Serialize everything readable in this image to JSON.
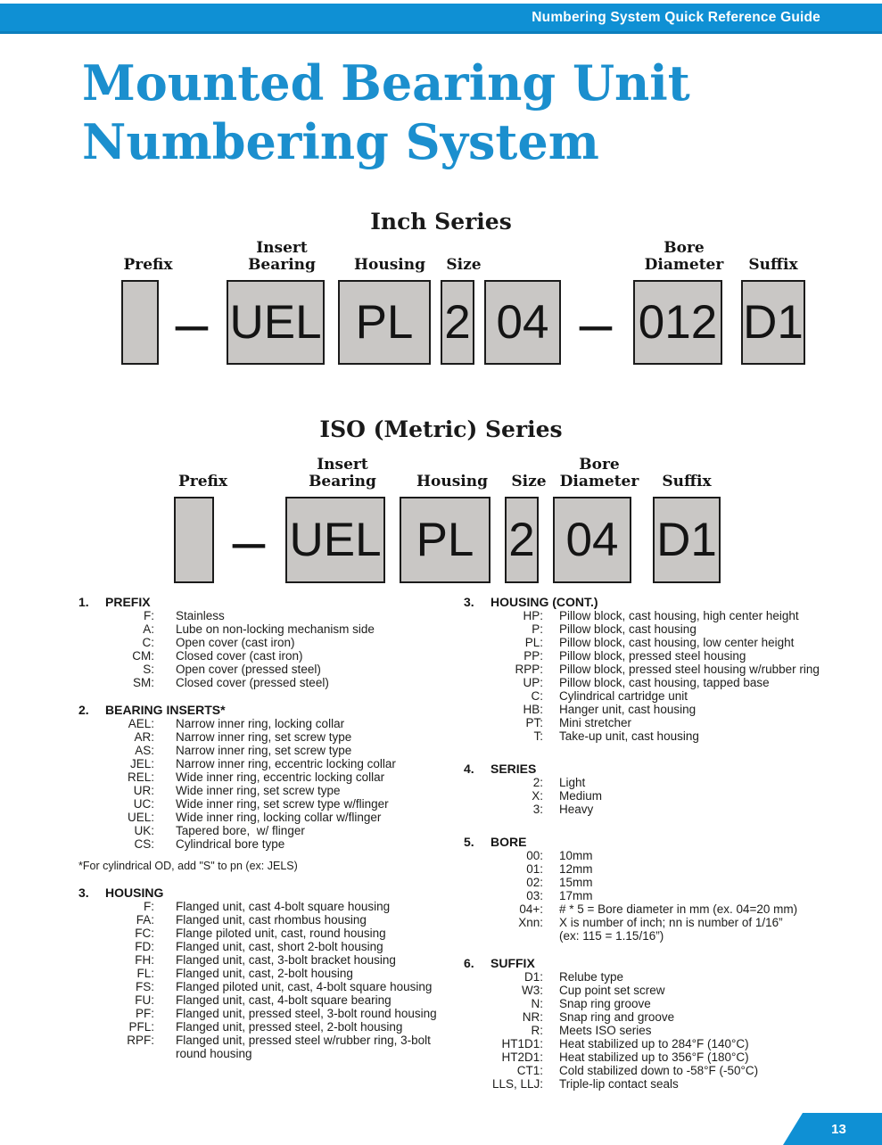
{
  "colors": {
    "accent_blue": "#0f90d4",
    "accent_blue_dark": "#0d7fbd",
    "title_blue": "#1b8fce",
    "box_fill": "#c9c7c5",
    "box_border": "#1b1b1b"
  },
  "header": {
    "title": "Numbering System Quick Reference Guide"
  },
  "title": {
    "line1": "Mounted Bearing Unit",
    "line2": "Numbering System"
  },
  "inch_series": {
    "title": "Inch Series",
    "separator": "–",
    "labels": {
      "prefix": "Prefix",
      "insert_bearing": "Insert\nBearing",
      "housing": "Housing",
      "size": "Size",
      "bore_diameter": "Bore\nDiameter",
      "suffix": "Suffix"
    },
    "values": {
      "prefix": "",
      "insert_bearing": "UEL",
      "housing": "PL",
      "size": "2",
      "size_number": "04",
      "bore_diameter": "012",
      "suffix": "D1"
    }
  },
  "iso_series": {
    "title": "ISO (Metric) Series",
    "separator": "–",
    "labels": {
      "prefix": "Prefix",
      "insert_bearing": "Insert\nBearing",
      "housing": "Housing",
      "size": "Size",
      "bore_diameter": "Bore\nDiameter",
      "suffix": "Suffix"
    },
    "values": {
      "prefix": "",
      "insert_bearing": "UEL",
      "housing": "PL",
      "size": "2",
      "bore_diameter": "04",
      "suffix": "D1"
    }
  },
  "sections": {
    "prefix": {
      "number": "1.",
      "title": "PREFIX",
      "items": [
        {
          "code": "F:",
          "desc": "Stainless"
        },
        {
          "code": "A:",
          "desc": "Lube on non-locking mechanism side"
        },
        {
          "code": "C:",
          "desc": "Open cover (cast iron)"
        },
        {
          "code": "CM:",
          "desc": "Closed cover (cast iron)"
        },
        {
          "code": "S:",
          "desc": "Open cover (pressed steel)"
        },
        {
          "code": "SM:",
          "desc": "Closed cover (pressed steel)"
        }
      ]
    },
    "bearing_inserts": {
      "number": "2.",
      "title": "BEARING INSERTS*",
      "items": [
        {
          "code": "AEL:",
          "desc": "Narrow inner ring, locking collar"
        },
        {
          "code": "AR:",
          "desc": "Narrow inner ring, set screw type"
        },
        {
          "code": "AS:",
          "desc": "Narrow inner ring, set screw type"
        },
        {
          "code": "JEL:",
          "desc": "Narrow inner ring, eccentric locking collar"
        },
        {
          "code": "REL:",
          "desc": "Wide inner ring, eccentric locking collar"
        },
        {
          "code": "UR:",
          "desc": "Wide inner ring, set screw type"
        },
        {
          "code": "UC:",
          "desc": "Wide inner ring, set screw type w/flinger"
        },
        {
          "code": "UEL:",
          "desc": "Wide inner ring, locking collar w/flinger"
        },
        {
          "code": "UK:",
          "desc": "Tapered bore,  w/ flinger"
        },
        {
          "code": "CS:",
          "desc": "Cylindrical bore type"
        }
      ],
      "footnote": "*For cylindrical OD, add \"S\" to pn (ex: JELS)"
    },
    "housing": {
      "number": "3.",
      "title": "HOUSING",
      "items": [
        {
          "code": "F:",
          "desc": "Flanged unit, cast 4-bolt square housing"
        },
        {
          "code": "FA:",
          "desc": "Flanged unit, cast rhombus housing"
        },
        {
          "code": "FC:",
          "desc": "Flange piloted unit, cast, round housing"
        },
        {
          "code": "FD:",
          "desc": "Flanged unit, cast, short 2-bolt housing"
        },
        {
          "code": "FH:",
          "desc": "Flanged unit, cast, 3-bolt bracket housing"
        },
        {
          "code": "FL:",
          "desc": "Flanged unit, cast, 2-bolt housing"
        },
        {
          "code": "FS:",
          "desc": "Flanged piloted unit, cast, 4-bolt square housing"
        },
        {
          "code": "FU:",
          "desc": "Flanged unit, cast, 4-bolt square bearing"
        },
        {
          "code": "PF:",
          "desc": "Flanged unit, pressed steel, 3-bolt round housing"
        },
        {
          "code": "PFL:",
          "desc": "Flanged unit, pressed steel, 2-bolt housing"
        },
        {
          "code": "RPF:",
          "desc": "Flanged unit, pressed steel w/rubber ring, 3-bolt\nround housing"
        }
      ]
    },
    "housing_cont": {
      "number": "3.",
      "title": "HOUSING (CONT.)",
      "items": [
        {
          "code": "HP:",
          "desc": "Pillow block, cast housing, high center height"
        },
        {
          "code": "P:",
          "desc": "Pillow block, cast housing"
        },
        {
          "code": "PL:",
          "desc": "Pillow block, cast housing, low center height"
        },
        {
          "code": "PP:",
          "desc": "Pillow block, pressed steel housing"
        },
        {
          "code": "RPP:",
          "desc": "Pillow block, pressed steel housing w/rubber ring"
        },
        {
          "code": "UP:",
          "desc": "Pillow block, cast housing, tapped base"
        },
        {
          "code": "C:",
          "desc": "Cylindrical cartridge unit"
        },
        {
          "code": "HB:",
          "desc": "Hanger unit, cast housing"
        },
        {
          "code": "PT:",
          "desc": "Mini stretcher"
        },
        {
          "code": "T:",
          "desc": "Take-up unit, cast housing"
        }
      ]
    },
    "series": {
      "number": "4.",
      "title": "SERIES",
      "items": [
        {
          "code": "2:",
          "desc": "Light"
        },
        {
          "code": "X:",
          "desc": "Medium"
        },
        {
          "code": "3:",
          "desc": "Heavy"
        }
      ]
    },
    "bore": {
      "number": "5.",
      "title": "BORE",
      "items": [
        {
          "code": "00:",
          "desc": "10mm"
        },
        {
          "code": "01:",
          "desc": "12mm"
        },
        {
          "code": "02:",
          "desc": "15mm"
        },
        {
          "code": "03:",
          "desc": "17mm"
        },
        {
          "code": "04+:",
          "desc": "# * 5 = Bore diameter in mm (ex. 04=20 mm)"
        },
        {
          "code": "Xnn:",
          "desc": "X is number of inch; nn is number of 1/16”\n(ex: 115 = 1.15/16”)"
        }
      ]
    },
    "suffix": {
      "number": "6.",
      "title": "SUFFIX",
      "items": [
        {
          "code": "D1:",
          "desc": "Relube type"
        },
        {
          "code": "W3:",
          "desc": "Cup point set screw"
        },
        {
          "code": "N:",
          "desc": "Snap ring groove"
        },
        {
          "code": "NR:",
          "desc": "Snap ring and groove"
        },
        {
          "code": "R:",
          "desc": "Meets ISO series"
        },
        {
          "code": "HT1D1:",
          "desc": "Heat stabilized up to 284°F (140°C)"
        },
        {
          "code": "HT2D1:",
          "desc": "Heat stabilized up to 356°F (180°C)"
        },
        {
          "code": "CT1:",
          "desc": "Cold stabilized down to -58°F (-50°C)"
        },
        {
          "code": "LLS, LLJ:",
          "desc": "Triple-lip contact seals"
        }
      ]
    }
  },
  "footer": {
    "page_number": "13"
  }
}
